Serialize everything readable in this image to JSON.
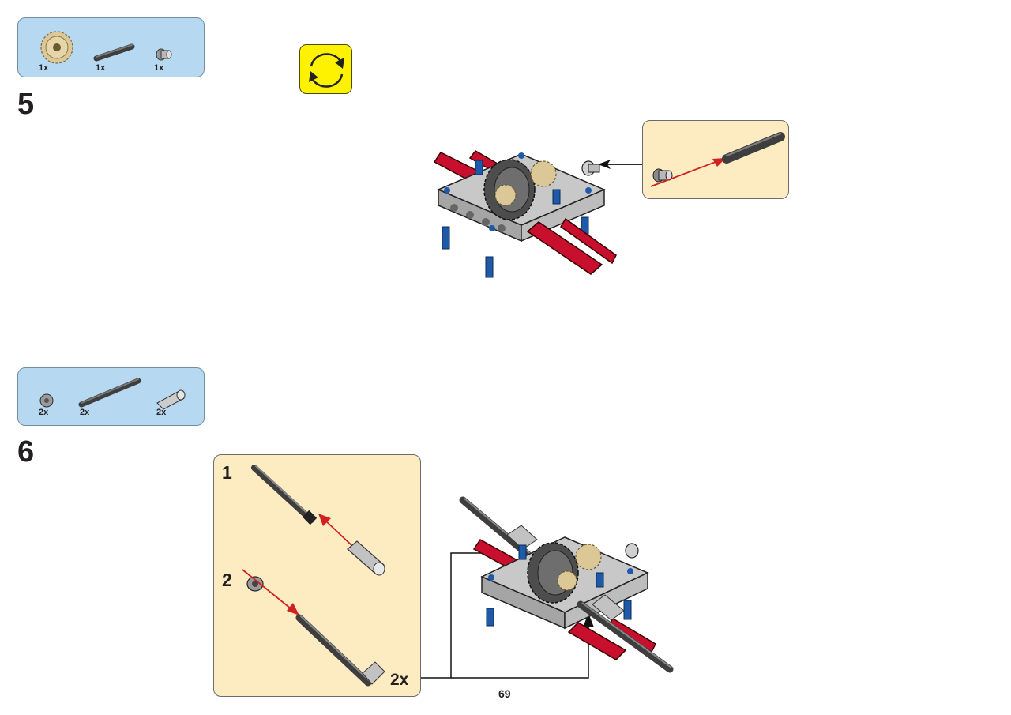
{
  "step5": {
    "number": "5",
    "parts": [
      {
        "name": "tan-gear",
        "qty": "1x"
      },
      {
        "name": "dark-axle",
        "qty": "1x"
      },
      {
        "name": "bush",
        "qty": "1x"
      }
    ]
  },
  "step6": {
    "number": "6",
    "parts": [
      {
        "name": "bush",
        "qty": "2x"
      },
      {
        "name": "long-axle",
        "qty": "2x"
      },
      {
        "name": "axle-connector",
        "qty": "2x"
      }
    ],
    "callout": {
      "sub_steps": [
        "1",
        "2"
      ],
      "multiplier": "2x"
    }
  },
  "icons": [
    "rotate-model-icon"
  ],
  "colors": {
    "parts_box": "#b6d8f1",
    "callout": "#fdebc2",
    "rotate_icon": "#fff200",
    "technic_red": "#c8102e",
    "technic_blue": "#1e5aa8",
    "light_gray": "#c8c8c8",
    "dark_gray": "#5a5a5a",
    "tan": "#dcc796"
  },
  "page": {
    "number": "69"
  }
}
